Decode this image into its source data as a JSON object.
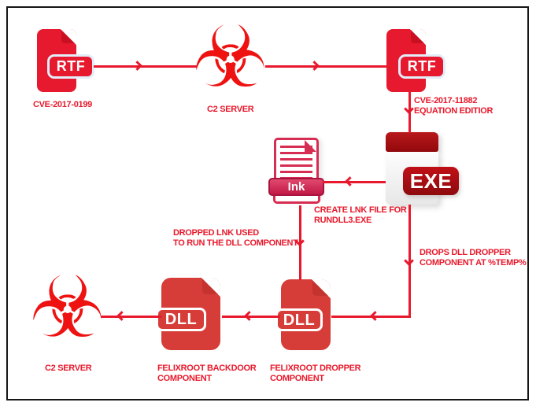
{
  "colors": {
    "arrow_red": "#e8192c",
    "label_red": "#e8192c",
    "rtf_icon_red": "#e6192e",
    "biohazard_red": "#ee1211",
    "dll_icon_red": "#d63c38",
    "lnk_icon_crimson": "#d62d52",
    "exe_dark_red": "#92090c",
    "frame_black": "#161616"
  },
  "nodes": {
    "rtf_initial": {
      "badge": "RTF",
      "label": "CVE-2017-0199"
    },
    "c2_server_top": {
      "glyph": "☣",
      "label": "C2 SERVER"
    },
    "rtf_second": {
      "badge": "RTF"
    },
    "exe_dropper": {
      "badge": "EXE"
    },
    "lnk_file": {
      "badge": "Ink"
    },
    "dll_dropper": {
      "badge": "DLL",
      "label": "FELIXROOT DROPPER\nCOMPONENT"
    },
    "dll_backdoor": {
      "badge": "DLL",
      "label": "FELIXROOT BACKDOOR\nCOMPONENT"
    },
    "c2_server_bottom": {
      "glyph": "☣",
      "label": "C2 SERVER"
    }
  },
  "annotations": {
    "exploit_cve": "CVE-2017-11882\nEQUATION EDITIOR",
    "create_lnk": "CREATE LNK FILE FOR\nRUNDLL3.EXE",
    "dropped_lnk": "DROPPED LNK USED\nTO RUN THE DLL COMPONENT",
    "drops_dll": "DROPS DLL DROPPER\nCOMPONENT AT %TEMP%"
  }
}
